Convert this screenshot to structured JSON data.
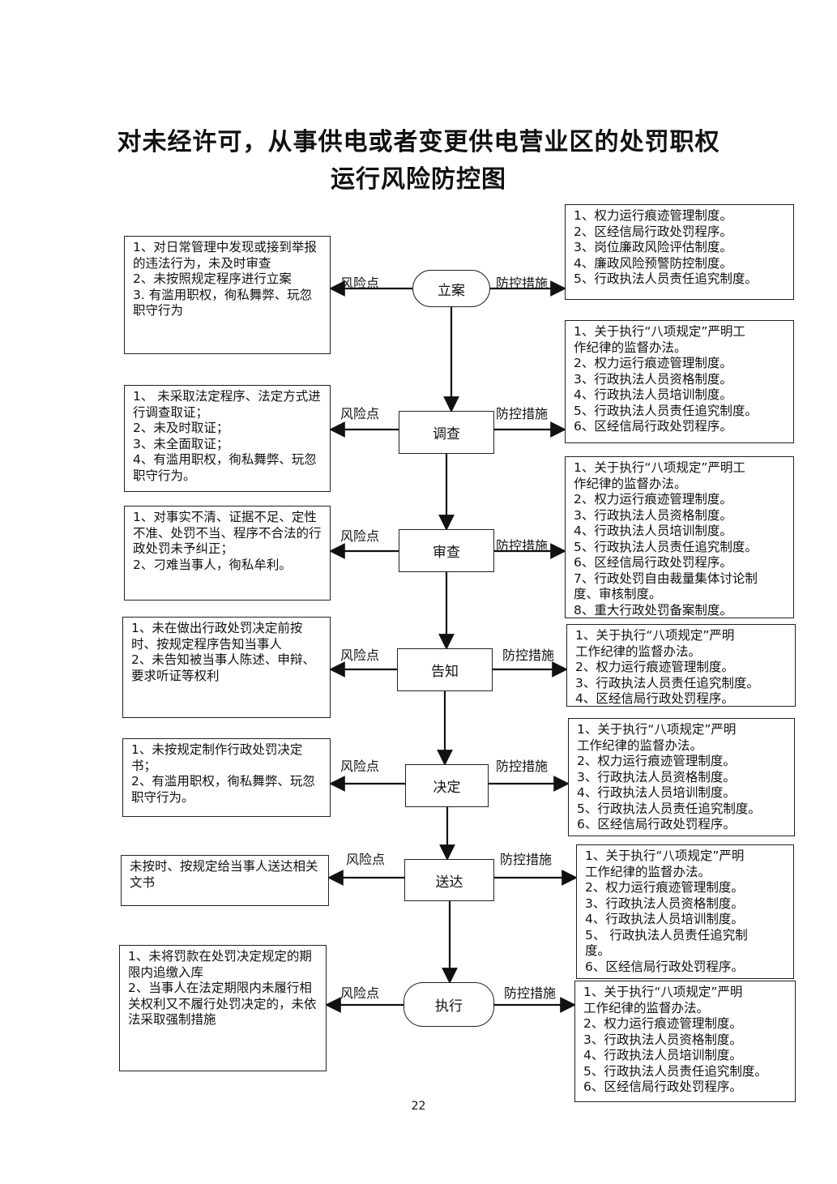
{
  "title": {
    "line1": "对未经许可，从事供电或者变更供电营业区的处罚职权",
    "line2": "运行风险防控图"
  },
  "labels": {
    "risk": "风险点",
    "control": "防控措施"
  },
  "steps": [
    {
      "name": "立案",
      "risks": [
        "1、对日常管理中发现或接到举报的违法行为，未及时审查",
        "2、未按照规定程序进行立案",
        "3. 有滥用职权，徇私舞弊、玩忽职守行为"
      ],
      "controls": [
        "1、权力运行痕迹管理制度。",
        "2、区经信局行政处罚程序。",
        "3、岗位廉政风险评估制度。",
        "4、廉政风险预警防控制度。",
        "5、行政执法人员责任追究制度。"
      ]
    },
    {
      "name": "调查",
      "risks": [
        "1、 未采取法定程序、法定方式进行调查取证；",
        "2、未及时取证；",
        "3、未全面取证；",
        "4、有滥用职权，徇私舞弊、玩忽职守行为。"
      ],
      "controls": [
        "1、关于执行“八项规定”严明工",
        "作纪律的监督办法。",
        "2、权力运行痕迹管理制度。",
        "3、行政执法人员资格制度。",
        "4、行政执法人员培训制度。",
        "5、行政执法人员责任追究制度。",
        "6、区经信局行政处罚程序。"
      ]
    },
    {
      "name": "审查",
      "risks": [
        "1、对事实不清、证据不足、定性不准、处罚不当、程序不合法的行政处罚未予纠正；",
        "2、刁难当事人，徇私牟利。"
      ],
      "controls": [
        "1、关于执行“八项规定”严明工",
        "作纪律的监督办法。",
        "2、权力运行痕迹管理制度。",
        "3、行政执法人员资格制度。",
        "4、行政执法人员培训制度。",
        "5、行政执法人员责任追究制度。",
        "6、区经信局行政处罚程序。",
        "7、行政处罚自由裁量集体讨论制",
        "度、审核制度。",
        "8、重大行政处罚备案制度。"
      ]
    },
    {
      "name": "告知",
      "risks": [
        "1、未在做出行政处罚决定前按时、按规定程序告知当事人",
        "2、未告知被当事人陈述、申辩、要求听证等权利"
      ],
      "controls": [
        "1、关于执行“八项规定”严明",
        "工作纪律的监督办法。",
        "2、权力运行痕迹管理制度。",
        "3、行政执法人员责任追究制度。",
        "4、区经信局行政处罚程序。"
      ]
    },
    {
      "name": "决定",
      "risks": [
        "1、未按规定制作行政处罚决定书；",
        "2、有滥用职权，徇私舞弊、玩忽职守行为。"
      ],
      "controls": [
        "1、关于执行“八项规定”严明",
        "工作纪律的监督办法。",
        "2、权力运行痕迹管理制度。",
        "3、行政执法人员资格制度。",
        "4、行政执法人员培训制度。",
        "5、行政执法人员责任追究制度。",
        "6、区经信局行政处罚程序。"
      ]
    },
    {
      "name": "送达",
      "risks": [
        "未按时、按规定给当事人送达相关文书"
      ],
      "controls": [
        "1、关于执行“八项规定”严明",
        "工作纪律的监督办法。",
        "2、权力运行痕迹管理制度。",
        "3、行政执法人员资格制度。",
        "4、行政执法人员培训制度。",
        "5、 行政执法人员责任追究制",
        "度。",
        "6、区经信局行政处罚程序。"
      ]
    },
    {
      "name": "执行",
      "risks": [
        "1、未将罚款在处罚决定规定的期限内追缴入库",
        "2、当事人在法定期限内未履行相关权利又不履行处罚决定的，未依法采取强制措施"
      ],
      "controls": [
        "1、关于执行“八项规定”严明",
        "工作纪律的监督办法。",
        "2、权力运行痕迹管理制度。",
        "3、行政执法人员资格制度。",
        "4、行政执法人员培训制度。",
        "5、行政执法人员责任追究制度。",
        "6、区经信局行政处罚程序。"
      ]
    }
  ],
  "page_number": "22"
}
